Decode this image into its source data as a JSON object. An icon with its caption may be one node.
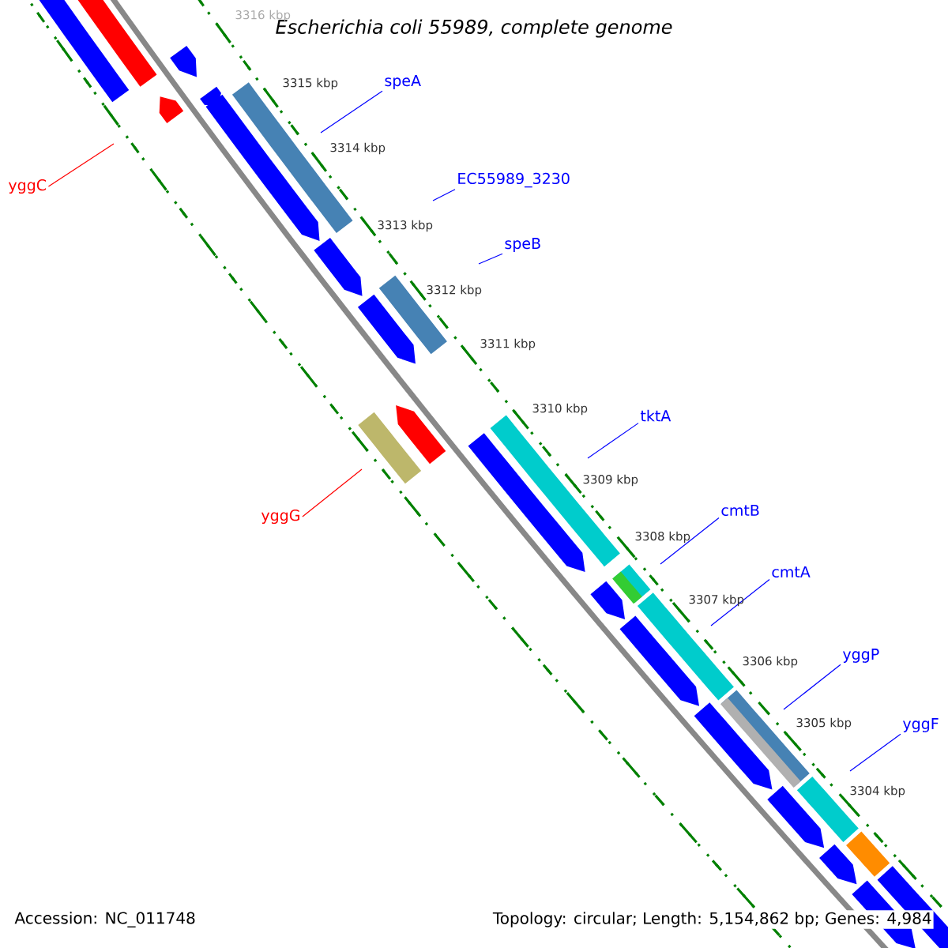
{
  "diagram": {
    "title": "Escherichia coli 55989, complete genome",
    "nodes": [
      {
        "text": [
          "speA"
        ]
      },
      {
        "text": [
          "EC55989_3230"
        ]
      },
      {
        "text": [
          "speB"
        ]
      },
      {
        "text": [
          "tktA"
        ]
      },
      {
        "text": [
          "cmtB"
        ]
      },
      {
        "text": [
          "cmtA"
        ]
      },
      {
        "text": [
          "yggP"
        ]
      },
      {
        "text": [
          "yggF"
        ]
      },
      {
        "text": [
          "yggC"
        ]
      },
      {
        "text": [
          "yggG"
        ]
      }
    ],
    "edges": [
      {
        "from": 0,
        "to": null,
        "arrow": "none"
      },
      {
        "from": 1,
        "to": null,
        "arrow": "none"
      },
      {
        "from": 2,
        "to": null,
        "arrow": "none"
      },
      {
        "from": 3,
        "to": null,
        "arrow": "none"
      },
      {
        "from": 4,
        "to": null,
        "arrow": "none"
      },
      {
        "from": 5,
        "to": null,
        "arrow": "none"
      },
      {
        "from": 6,
        "to": null,
        "arrow": "none"
      },
      {
        "from": 7,
        "to": null,
        "arrow": "none"
      },
      {
        "from": 8,
        "to": null,
        "arrow": "none",
        "color": "#ff0000"
      },
      {
        "from": 9,
        "to": null,
        "arrow": "none",
        "color": "#ff0000"
      }
    ],
    "labels": [
      "3316 kbp",
      "3315 kbp",
      "3314 kbp",
      "3313 kbp",
      "3312 kbp",
      "3311 kbp",
      "3310 kbp",
      "3309 kbp",
      "3308 kbp",
      "3307 kbp",
      "3306 kbp",
      "3305 kbp",
      "3304 kbp",
      "Accession: NC_011748",
      "Topology: circular; Length: 5,154,862 bp; Genes: 4,984"
    ]
  }
}
